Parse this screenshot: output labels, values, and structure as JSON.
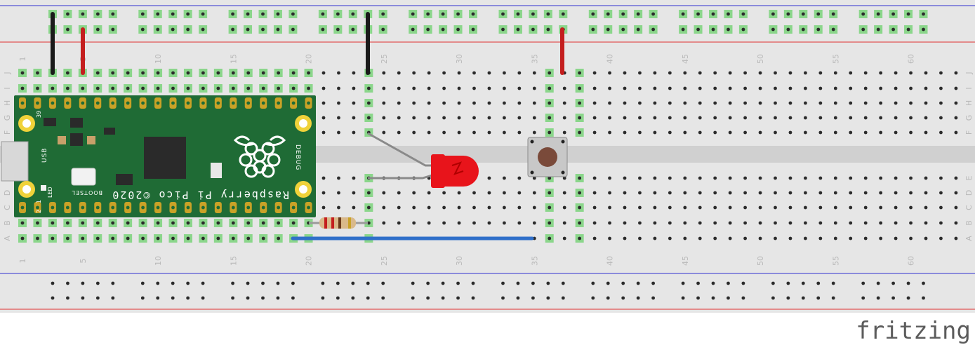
{
  "breadboard": {
    "columns": 63,
    "row_letters_top": [
      "J",
      "I",
      "H",
      "G",
      "F"
    ],
    "row_letters_bottom": [
      "E",
      "D",
      "C",
      "B",
      "A"
    ],
    "column_labels": [
      "1",
      "5",
      "10",
      "15",
      "20",
      "25",
      "30",
      "35",
      "40",
      "45",
      "50",
      "55",
      "60"
    ],
    "rail_groups": 10,
    "colors": {
      "board": "#e6e6e6",
      "channel": "#d0d0d0",
      "hole": "#2b2b2b",
      "hole_active": "#3fc83f",
      "rail_red": "#e03030",
      "rail_blue": "#3030d0",
      "label": "#b9b9b9"
    }
  },
  "pico": {
    "board_text": "Raspberry Pi Pico ©2020",
    "debug_label": "DEBUG",
    "usb_label": "USB",
    "led_label": "LED",
    "bootsel_label": "BOOTSEL",
    "pin_label_39": "39",
    "pin_label_1": "1",
    "pin_label_2": "2",
    "colors": {
      "pcb": "#1f6b35",
      "pad": "#c9a227"
    }
  },
  "components": {
    "led_color": "#e8141b",
    "resistor_body": "#d9b98a",
    "button_cap": "#7a4a3a",
    "wire_colors": {
      "black": "#1a1a1a",
      "red": "#c41e1e",
      "blue": "#2f6fc9",
      "gray": "#8a8a8a"
    }
  },
  "watermark": "fritzing"
}
